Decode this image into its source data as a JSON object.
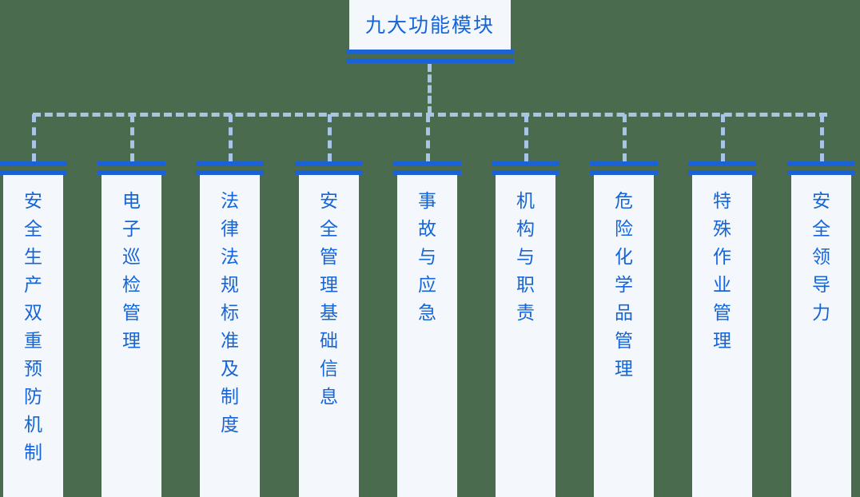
{
  "diagram": {
    "type": "organization-tree",
    "background_color": "#4a6b4d",
    "accent_color": "#1b62d6",
    "text_color": "#1565d8",
    "card_bg_color": "#f4f8fd",
    "connector_color": "#a8c5e8",
    "root": {
      "label": "九大功能模块"
    },
    "children": [
      {
        "label": "安全生产双重预防机制"
      },
      {
        "label": "电子巡检管理"
      },
      {
        "label": "法律法规标准及制度"
      },
      {
        "label": "安全管理基础信息"
      },
      {
        "label": "事故与应急"
      },
      {
        "label": "机构与职责"
      },
      {
        "label": "危险化学品管理"
      },
      {
        "label": "特殊作业管理"
      },
      {
        "label": "安全领导力"
      }
    ]
  }
}
